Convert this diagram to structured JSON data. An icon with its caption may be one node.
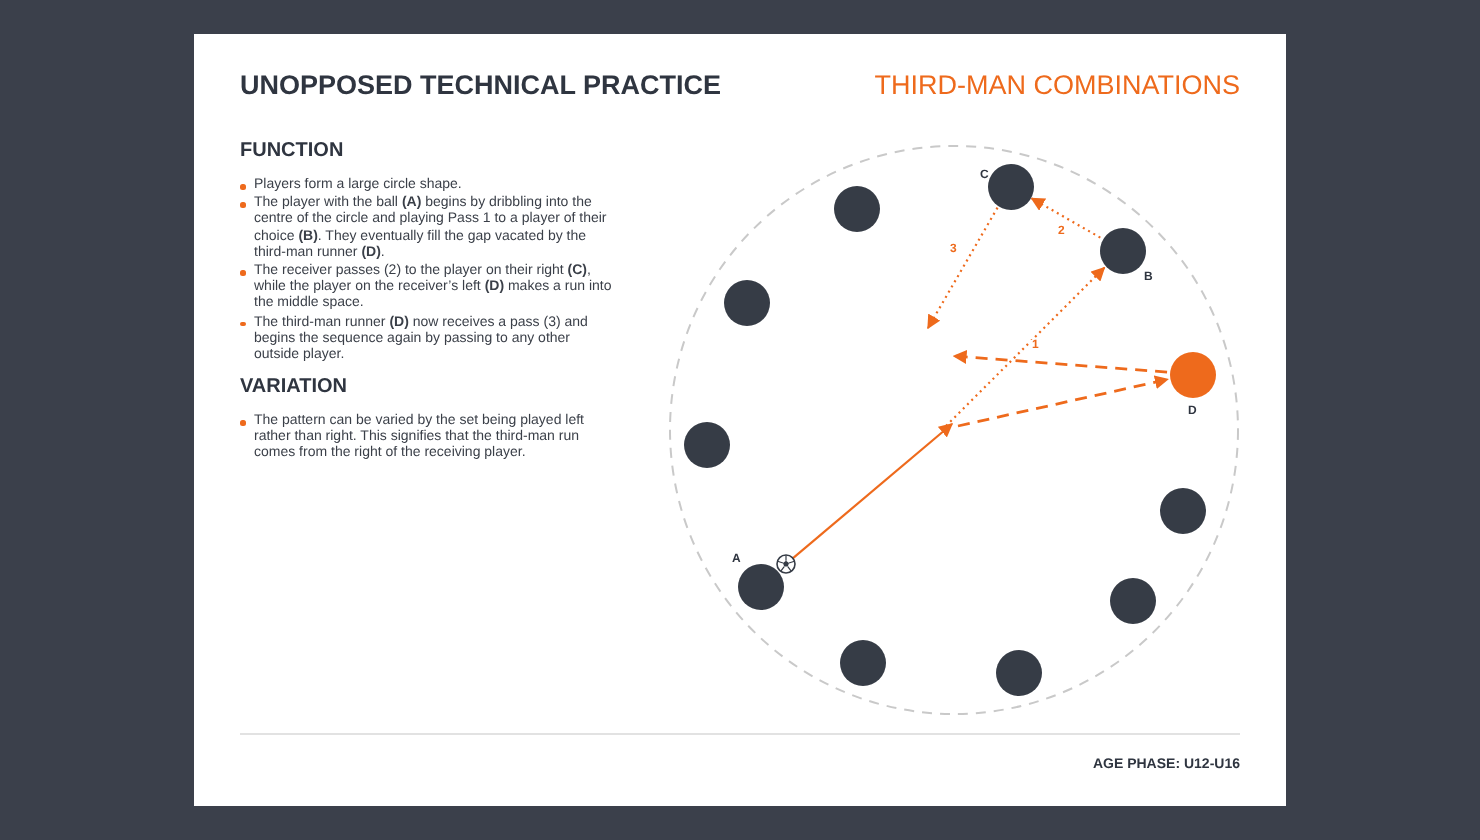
{
  "diagram": {
    "title": "UNOPPOSED TECHNICAL PRACTICE",
    "nodes": [
      {
        "text": [],
        "shape": "circle",
        "beside": [
          "C"
        ]
      },
      {
        "text": [],
        "shape": "circle"
      },
      {
        "text": [],
        "shape": "circle",
        "beside": [
          "B"
        ]
      },
      {
        "text": [],
        "shape": "circle"
      },
      {
        "text": [],
        "shape": "circle",
        "beside": [
          "D"
        ]
      },
      {
        "text": [],
        "shape": "circle"
      },
      {
        "text": [],
        "shape": "circle"
      },
      {
        "text": [],
        "shape": "circle",
        "beside": [
          "A"
        ]
      },
      {
        "text": [],
        "shape": "circle"
      },
      {
        "text": [],
        "shape": "circle"
      },
      {
        "text": [],
        "shape": "circle"
      }
    ],
    "edges": [
      {
        "from": 7,
        "to": null,
        "arrow": "to"
      },
      {
        "from": null,
        "to": 2,
        "arrow": "to",
        "label": "1",
        "style": "dashed"
      },
      {
        "from": 2,
        "to": 0,
        "arrow": "to",
        "label": "2",
        "style": "dashed"
      },
      {
        "from": 0,
        "to": null,
        "arrow": "to",
        "label": "3",
        "style": "dashed"
      },
      {
        "from": 4,
        "to": null,
        "arrow": "to",
        "style": "dashed"
      },
      {
        "from": null,
        "to": 4,
        "arrow": "to",
        "style": "dashed"
      }
    ],
    "labels": [
      "THIRD-MAN COMBINATIONS",
      "FUNCTION",
      "Players form a large circle shape.",
      "The player with the ball **(A)** begins by dribbling into the centre of the circle and playing Pass 1 to a player of their choice **(B)**. They eventually fill the gap vacated by the third-man runner **(D)**.",
      "The receiver passes (2) to the player on their right **(C)**, while the player on the receiver’s left **(D)** makes a run into the middle space.",
      "The third-man runner **(D)** now receives a pass (3) and begins the sequence again by passing to any other outside player.",
      "VARIATION",
      "The pattern can be varied by the set being played left rather than right. This signifies that the third-man run comes from the right of the receiving player.",
      "AGE PHASE: U12-U16"
    ]
  }
}
